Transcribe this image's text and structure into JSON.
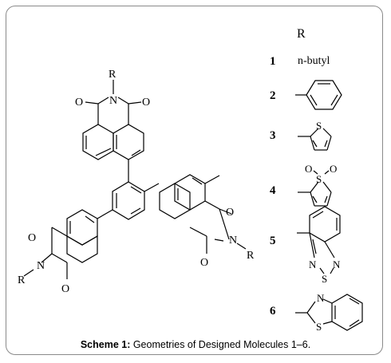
{
  "caption": {
    "bold": "Scheme 1:",
    "text": " Geometries of Designed Molecules 1–6."
  },
  "core": {
    "r_label": "R",
    "o_label": "O",
    "n_label": "N"
  },
  "table": {
    "header": "R",
    "rows": [
      {
        "num": "1",
        "text": "n-butyl"
      },
      {
        "num": "2",
        "text": ""
      },
      {
        "num": "3",
        "text": "S"
      },
      {
        "num": "4",
        "text": "S"
      },
      {
        "num": "5",
        "text": "N"
      },
      {
        "num": "6",
        "text": "N"
      }
    ],
    "s_label": "S",
    "n_label": "N",
    "o_label": "O"
  }
}
